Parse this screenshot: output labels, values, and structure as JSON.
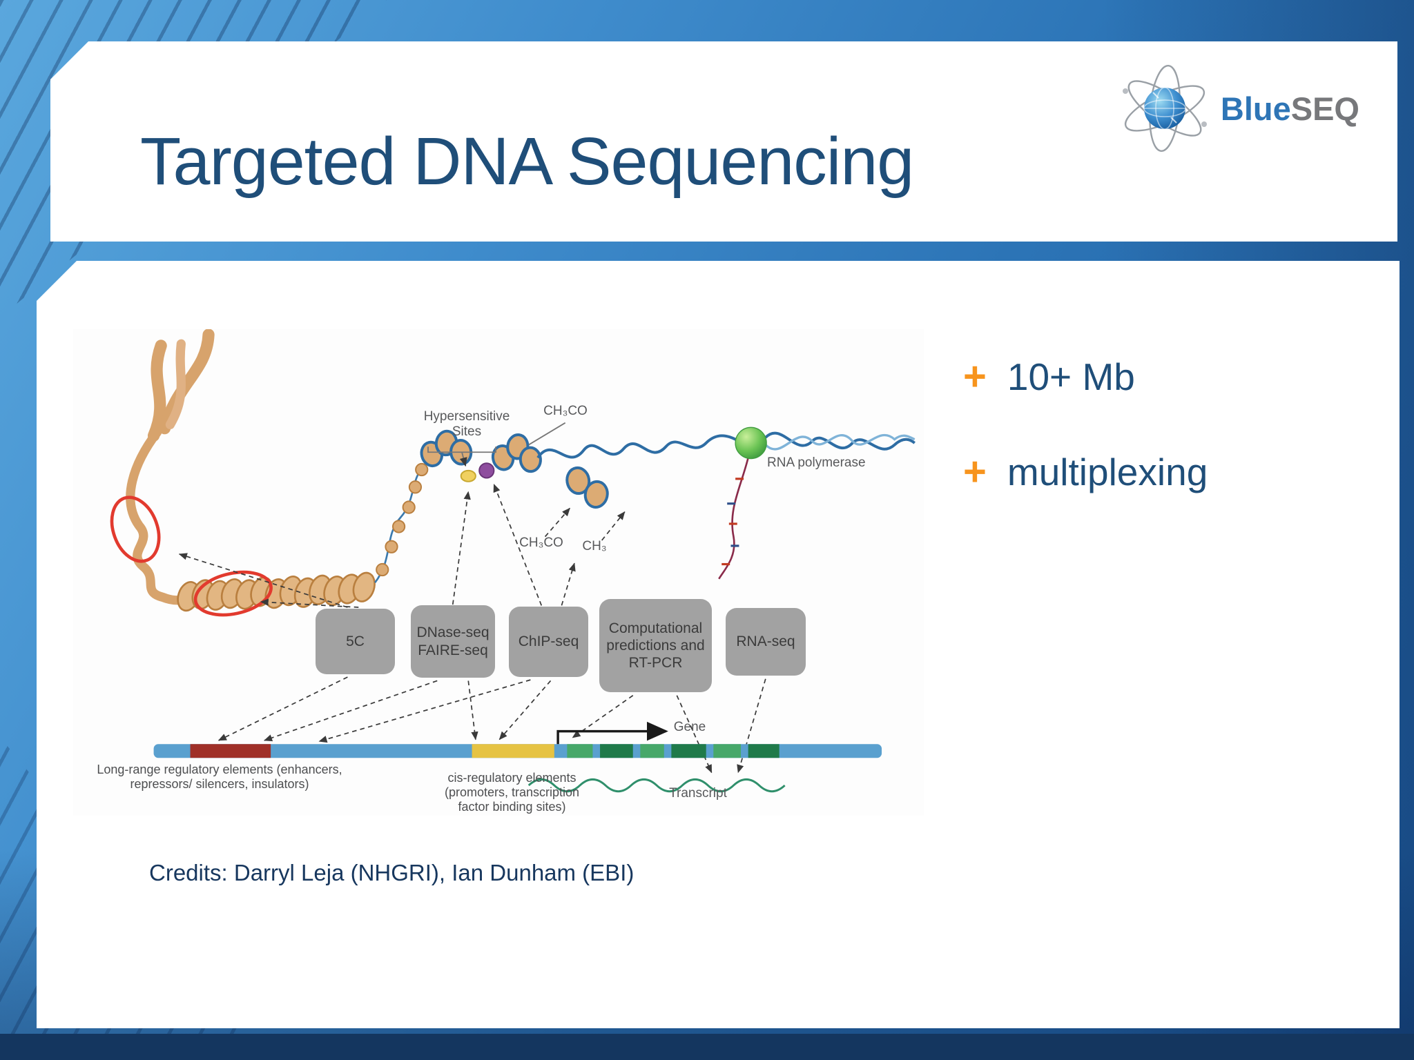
{
  "colors": {
    "accent": "#F7941D",
    "navy": "#1F4E79",
    "logo-blue": "#2E75B6",
    "logo-gray": "#77787B"
  },
  "slide": {
    "title": "Targeted DNA Sequencing",
    "logo": {
      "part1": "Blue",
      "part2": "SEQ"
    },
    "bullets": [
      {
        "marker": "+",
        "label": "10+ Mb"
      },
      {
        "marker": "+",
        "label": "multiplexing"
      }
    ],
    "credits": "Credits: Darryl Leja (NHGRI), Ian Dunham (EBI)"
  },
  "figure": {
    "labels": {
      "hypersensitive_sites": "Hypersensitive Sites",
      "ch3co_top": "CH₃CO",
      "rna_polymerase": "RNA polymerase",
      "ch3co_mid": "CH₃CO",
      "ch3": "CH₃",
      "gene": "Gene",
      "transcript": "Transcript",
      "long_range": "Long-range regulatory elements (enhancers, repressors/ silencers, insulators)",
      "cis_regulatory": "cis-regulatory elements (promoters, transcription factor binding sites)"
    },
    "method_boxes": [
      {
        "label": "5C"
      },
      {
        "label": "DNase-seq FAIRE-seq"
      },
      {
        "label": "ChIP-seq"
      },
      {
        "label": "Computational predictions and RT-PCR"
      },
      {
        "label": "RNA-seq"
      }
    ]
  }
}
